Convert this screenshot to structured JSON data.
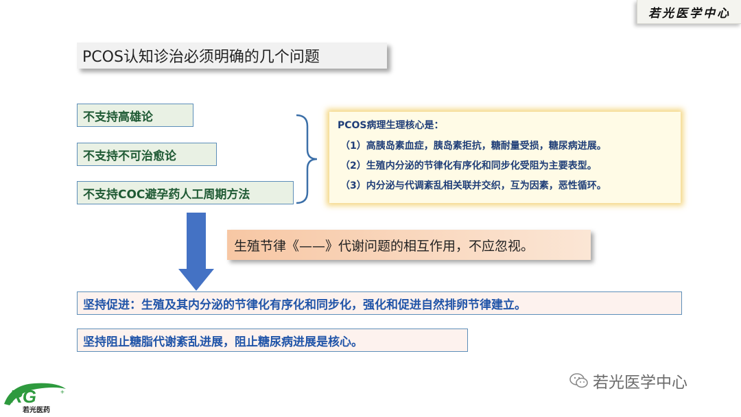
{
  "header": {
    "brand": "若光医学中心"
  },
  "title": "PCOS认知诊治必须明确的几个问题",
  "left_items": [
    "不支持高雄论",
    "不支持不可治愈论",
    "不支持COC避孕药人工周期方法"
  ],
  "core": {
    "heading": "PCOS病理生理核心是：",
    "items": [
      "（1）高胰岛素血症，胰岛素拒抗，糖耐量受损，糖尿病进展。",
      "（2）生殖内分泌的节律化有序化和同步化受阻为主要表型。",
      "（3）内分泌与代调紊乱相关联并交织，互为因素，恶性循环。"
    ]
  },
  "note": "生殖节律《——》代谢问题的相互作用，不应忽视。",
  "conclusions": [
    "坚持促进：生殖及其内分泌的节律化有序化和同步化，强化和促进自然排卵节律建立。",
    "坚持阻止糖脂代谢紊乱进展，阻止糖尿病进展是核心。"
  ],
  "logo": {
    "initials": "RG",
    "text": "若光医药"
  },
  "watermark": "若光医学中心",
  "colors": {
    "green_text": "#1f5a34",
    "blue_text": "#2054a8",
    "navy_text": "#1f3e78",
    "arrow": "#4472c4"
  }
}
